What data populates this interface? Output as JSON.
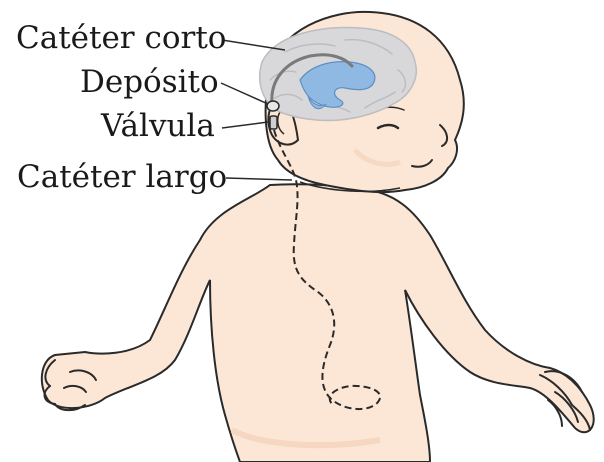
{
  "labels": {
    "short_catheter": "Catéter corto",
    "reservoir": "Depósito",
    "valve": "Válvula",
    "long_catheter": "Catéter largo"
  },
  "colors": {
    "skin": "#fce7d6",
    "skin_shadow": "#f1cdb3",
    "outline": "#2a2a2a",
    "brain": "#d8d8da",
    "brain_fold": "#bdbdc0",
    "ventricle": "#8fb9e3",
    "ventricle_dark": "#5d8fc4",
    "label_text": "#1a1a1a"
  },
  "icons": [
    "child-figure",
    "brain-cutaway",
    "shunt-device"
  ]
}
